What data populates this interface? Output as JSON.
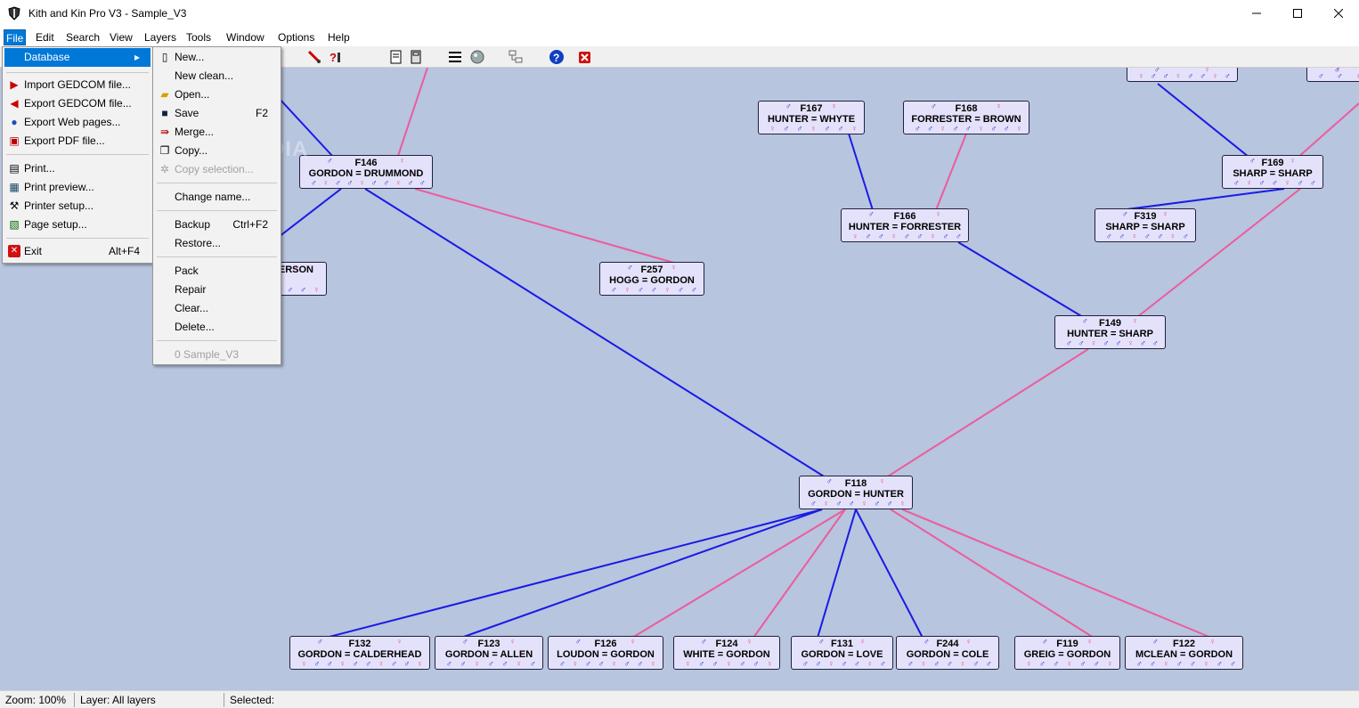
{
  "window": {
    "title": "Kith and Kin Pro V3 - Sample_V3"
  },
  "menubar": [
    "File",
    "Edit",
    "Search",
    "View",
    "Layers",
    "Tools",
    "Window",
    "Options",
    "Help"
  ],
  "file_menu": {
    "items": [
      {
        "label": "Database",
        "icon": "submenu",
        "accel": ""
      },
      {
        "label": "Import GEDCOM file...",
        "icon": "import-icon"
      },
      {
        "label": "Export GEDCOM file...",
        "icon": "export-icon"
      },
      {
        "label": "Export Web pages...",
        "icon": "globe-icon"
      },
      {
        "label": "Export PDF file...",
        "icon": "pdf-icon"
      },
      {
        "label": "Print...",
        "icon": "printer-icon"
      },
      {
        "label": "Print preview...",
        "icon": "preview-icon"
      },
      {
        "label": "Printer setup...",
        "icon": "printer-setup-icon"
      },
      {
        "label": "Page setup...",
        "icon": "page-setup-icon"
      },
      {
        "label": "Exit",
        "icon": "exit-icon",
        "accel": "Alt+F4"
      }
    ]
  },
  "db_menu": {
    "items": [
      {
        "label": "New...",
        "icon": "new-icon"
      },
      {
        "label": "New clean...",
        "icon": ""
      },
      {
        "label": "Open...",
        "icon": "open-folder-icon"
      },
      {
        "label": "Save",
        "icon": "save-icon",
        "accel": "F2"
      },
      {
        "label": "Merge...",
        "icon": "merge-icon"
      },
      {
        "label": "Copy...",
        "icon": "copy-icon"
      },
      {
        "label": "Copy selection...",
        "icon": "copy-selection-icon",
        "disabled": true
      },
      {
        "label": "Change name...",
        "icon": ""
      },
      {
        "label": "Backup",
        "icon": "",
        "accel": "Ctrl+F2"
      },
      {
        "label": "Restore...",
        "icon": ""
      },
      {
        "label": "Pack",
        "icon": ""
      },
      {
        "label": "Repair",
        "icon": ""
      },
      {
        "label": "Clear...",
        "icon": ""
      },
      {
        "label": "Delete...",
        "icon": ""
      },
      {
        "label": "0 Sample_V3",
        "icon": "",
        "disabled": true
      }
    ]
  },
  "families": [
    {
      "id": "F146",
      "names": "GORDON = DRUMMOND"
    },
    {
      "id": "F167",
      "names": "HUNTER = WHYTE"
    },
    {
      "id": "F168",
      "names": "FORRESTER = BROWN"
    },
    {
      "id": "F169",
      "names": "SHARP = SHARP"
    },
    {
      "id": "F166",
      "names": "HUNTER = FORRESTER"
    },
    {
      "id": "F319",
      "names": "SHARP = SHARP"
    },
    {
      "id": "F257",
      "names": "HOGG = GORDON"
    },
    {
      "id": "",
      "names": "ERSON"
    },
    {
      "id": "F149",
      "names": "HUNTER = SHARP"
    },
    {
      "id": "F118",
      "names": "GORDON = HUNTER"
    },
    {
      "id": "F132",
      "names": "GORDON = CALDERHEAD"
    },
    {
      "id": "F123",
      "names": "GORDON = ALLEN"
    },
    {
      "id": "F126",
      "names": "LOUDON = GORDON"
    },
    {
      "id": "F124",
      "names": "WHITE = GORDON"
    },
    {
      "id": "F131",
      "names": "GORDON = LOVE"
    },
    {
      "id": "F244",
      "names": "GORDON = COLE"
    },
    {
      "id": "F119",
      "names": "GREIG = GORDON"
    },
    {
      "id": "F122",
      "names": "MCLEAN = GORDON"
    }
  ],
  "watermark": "SOFTPEDIA",
  "status": {
    "zoom": "Zoom: 100%",
    "layer": "Layer: All layers",
    "selected": "Selected:"
  },
  "colors": {
    "canvas": "#b7c5de",
    "male_line": "#1a1ae6",
    "female_line": "#ec5c9c",
    "menu_highlight": "#0078d7"
  }
}
